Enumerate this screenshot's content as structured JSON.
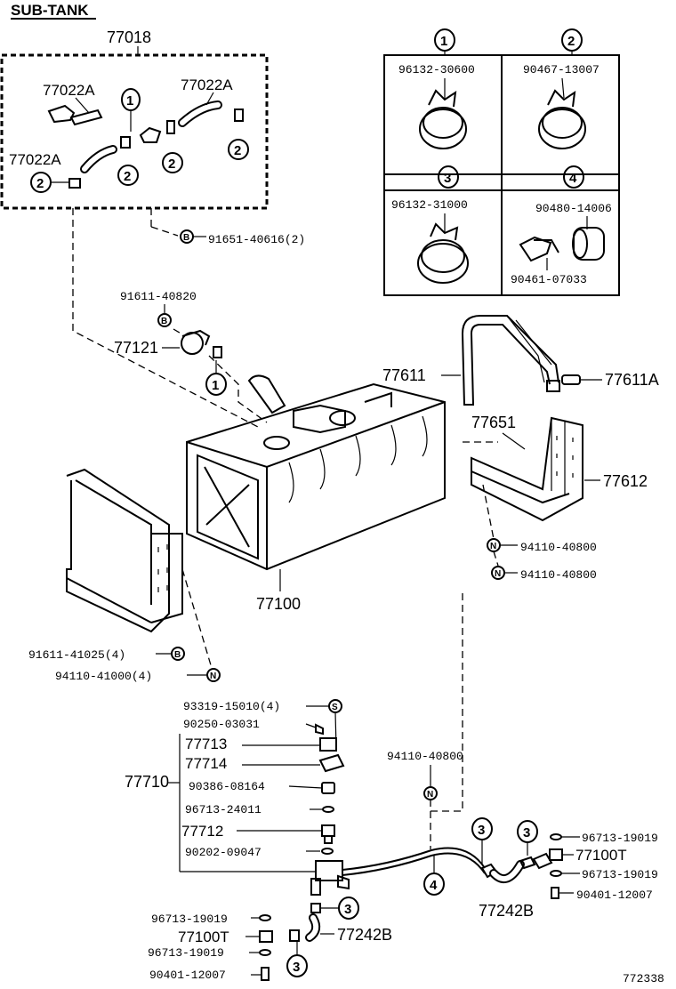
{
  "title": "SUB-TANK",
  "diagram_number": "772338",
  "labels": {
    "assembly_77018": "77018",
    "hose_a": "77022A",
    "hose_b": "77022A",
    "hose_c": "77022A",
    "bolt_91651": "91651-40616(2)",
    "bolt_91611_40820": "91611-40820",
    "gauge_77121": "77121",
    "band_77611": "77611",
    "band_77611A": "77611A",
    "bracket_77651": "77651",
    "bracket_77612": "77612",
    "nut_a": "94110-40800",
    "nut_b": "94110-40800",
    "tank_77100": "77100",
    "bolt_91611_41025": "91611-41025(4)",
    "nut_94110_41000": "94110-41000(4)",
    "screw_93319": "93319-15010(4)",
    "washer_90250": "90250-03031",
    "part_77713": "77713",
    "part_77714": "77714",
    "part_77710": "77710",
    "part_90386": "90386-08164",
    "part_96713_24011": "96713-24011",
    "part_77712": "77712",
    "part_90202": "90202-09047",
    "nut_94110_40800_lower": "94110-40800",
    "clip_96713_r1": "96713-19019",
    "part_77100T_r": "77100T",
    "clip_96713_r2": "96713-19019",
    "plug_90401_r": "90401-12007",
    "hose_77242B_r": "77242B",
    "clip_96713_l1": "96713-19019",
    "part_77100T_l": "77100T",
    "hose_77242B_l": "77242B",
    "clip_96713_l2": "96713-19019",
    "plug_90401_l": "90401-12007"
  },
  "legend": {
    "c1_code": "96132-30600",
    "c2_code": "90467-13007",
    "c3_code": "96132-31000",
    "c4_code_top": "90480-14006",
    "c4_code_bottom": "90461-07033",
    "n1": "1",
    "n2": "2",
    "n3": "3",
    "n4": "4"
  },
  "markers": {
    "one": "1",
    "two": "2",
    "three": "3",
    "four": "4",
    "B": "B",
    "N": "N",
    "S": "S"
  }
}
